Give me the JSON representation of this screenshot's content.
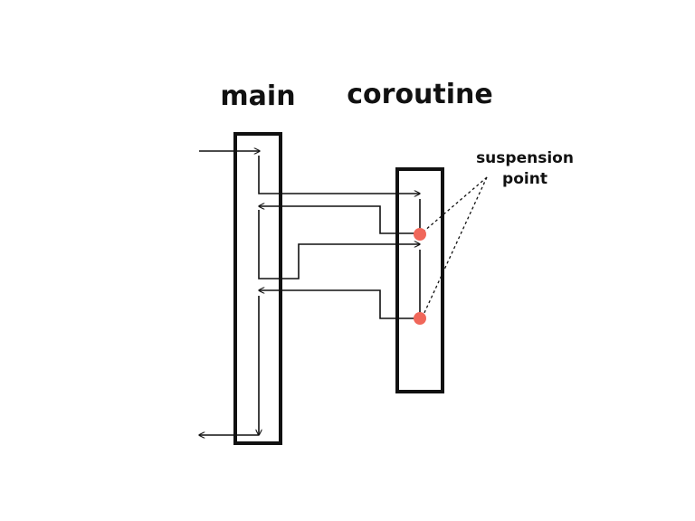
{
  "labels": {
    "main": "main",
    "coroutine": "coroutine",
    "annotation_line1": "suspension",
    "annotation_line2": "point"
  },
  "colors": {
    "stroke": "#111111",
    "suspension_point": "#f0675a"
  }
}
